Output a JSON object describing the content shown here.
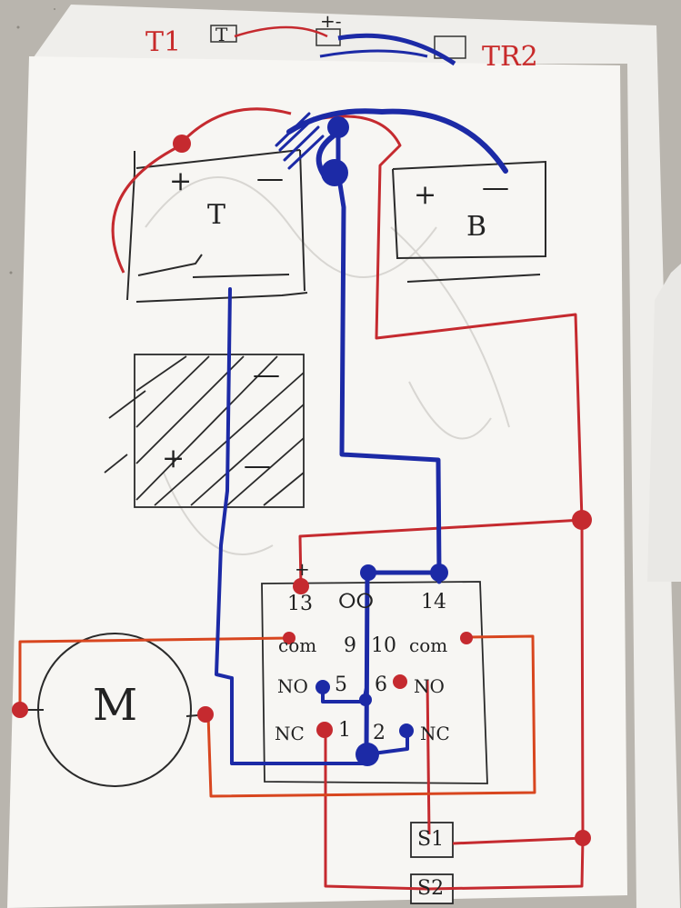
{
  "back_sheet": {
    "t1_label": "T1",
    "t_label": "T",
    "plus_minus": "+-",
    "tr2_label": "TR2"
  },
  "battery_t": {
    "plus": "+",
    "minus": "—",
    "label": "T"
  },
  "battery_b": {
    "plus": "+",
    "minus": "—",
    "label": "B"
  },
  "crossed_box": {
    "plus": "+",
    "minus": "—",
    "minus2": "—"
  },
  "relay": {
    "pin_13": "13",
    "coil_symbol": "ⵔⵔ",
    "pin_14": "14",
    "plus_mark": "+",
    "com_left": "com",
    "pin_9": "9",
    "pin_10": "10",
    "com_right": "com",
    "no_left": "NO",
    "pin_5": "5",
    "pin_6": "6",
    "no_right": "NO",
    "nc_left": "NC",
    "pin_1": "1",
    "pin_2": "2",
    "nc_right": "NC"
  },
  "motor": {
    "label": "M"
  },
  "switches": {
    "s1": "S1",
    "s2": "S2"
  },
  "colors": {
    "red_wire": "#c52a2f",
    "orange_wire": "#d8461f",
    "blue_wire": "#1c2aa6",
    "ink": "#2a2a2a",
    "paper": "#f7f6f3"
  }
}
